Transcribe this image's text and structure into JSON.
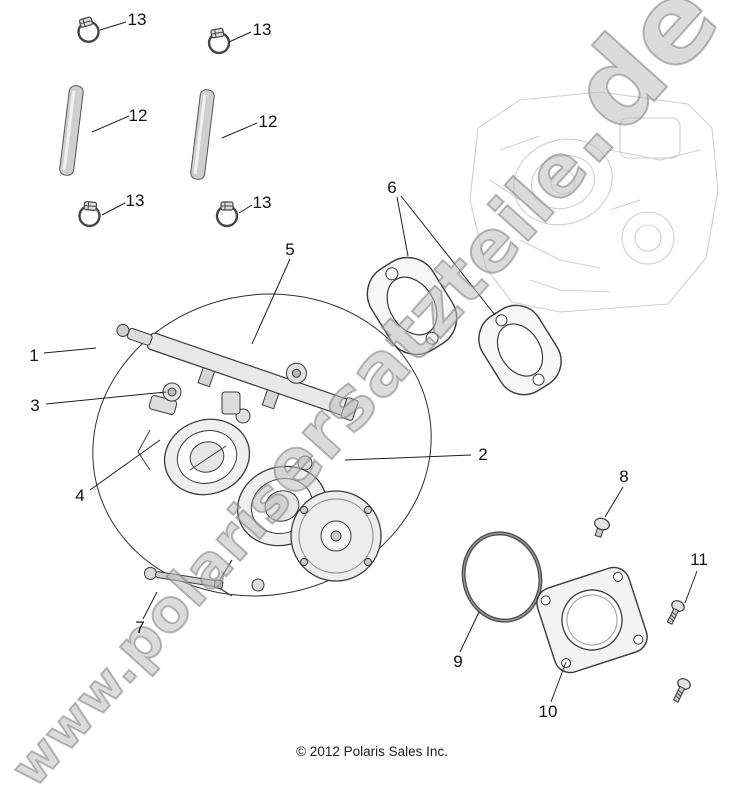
{
  "diagram": {
    "copyright": "© 2012 Polaris Sales Inc."
  },
  "watermark": {
    "text": "www.polarisersatzteile.de",
    "segments": [
      "www.",
      "polaris",
      "ersatzteile",
      ".de"
    ]
  },
  "callouts": [
    {
      "label": "13"
    },
    {
      "label": "13"
    },
    {
      "label": "12"
    },
    {
      "label": "12"
    },
    {
      "label": "13"
    },
    {
      "label": "13"
    },
    {
      "label": "5"
    },
    {
      "label": "6"
    },
    {
      "label": "1"
    },
    {
      "label": "3"
    },
    {
      "label": "4"
    },
    {
      "label": "2"
    },
    {
      "label": "8"
    },
    {
      "label": "11"
    },
    {
      "label": "7"
    },
    {
      "label": "9"
    },
    {
      "label": "10"
    }
  ]
}
